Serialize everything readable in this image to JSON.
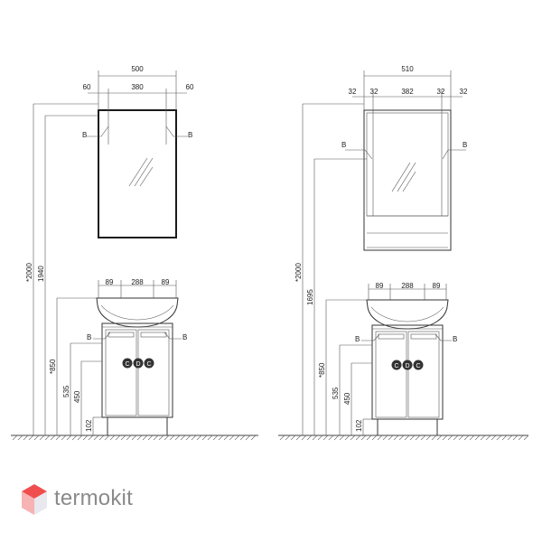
{
  "brand": {
    "name": "termokit",
    "mark_colors": [
      "#f04e4e",
      "#f7b3b3",
      "#e8e8ee"
    ],
    "text_color": "#8a8a8a"
  },
  "left": {
    "mirror": {
      "total": "500",
      "side_left": "60",
      "center": "380",
      "side_right": "60",
      "mark": "B"
    },
    "cabinet": {
      "left": "89",
      "center": "288",
      "right": "89",
      "mark": "B",
      "logo_letters": [
        "C",
        "D",
        "C"
      ]
    },
    "heights": {
      "h2000": "*2000",
      "h1940": "1940",
      "h850": "*850",
      "h535": "535",
      "h450": "450",
      "h102": "102"
    }
  },
  "right": {
    "mirror": {
      "total": "510",
      "d1": "32",
      "d2": "32",
      "center": "382",
      "d3": "32",
      "d4": "32",
      "mark": "B"
    },
    "cabinet": {
      "left": "89",
      "center": "288",
      "right": "89",
      "mark": "B",
      "logo_letters": [
        "C",
        "D",
        "C"
      ]
    },
    "heights": {
      "h2000": "*2000",
      "h1695": "1695",
      "h850": "*850",
      "h535": "535",
      "h450": "450",
      "h102": "102"
    }
  }
}
